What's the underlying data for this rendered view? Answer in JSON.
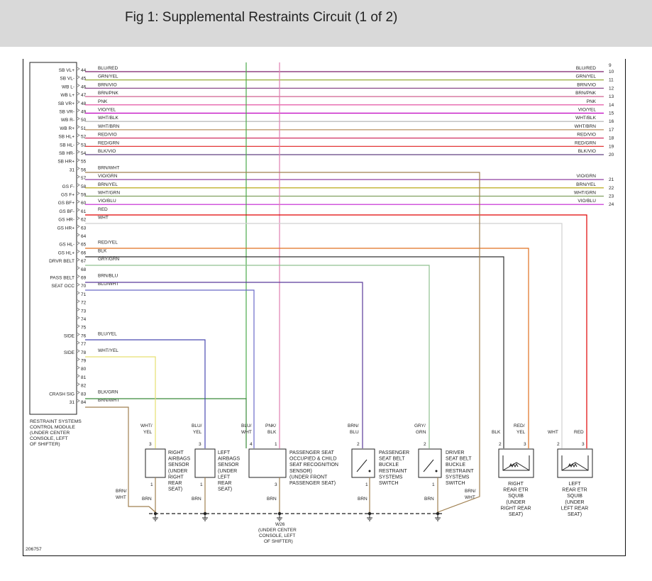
{
  "title": "Fig 1: Supplemental Restraints Circuit (1 of 2)",
  "image_id": "206757",
  "module": {
    "label_lines": [
      "RESTRAINT SYSTEMS",
      "CONTROL MODULE",
      "(UNDER CENTER",
      "CONSOLE, LEFT",
      "OF SHIFTER)"
    ]
  },
  "pins": [
    {
      "pin": "44",
      "sig": "SB VL+",
      "wire": "BLU/RED",
      "rwire": "BLU/RED",
      "rnum": "10",
      "color": "#7a1f6b"
    },
    {
      "pin": "45",
      "sig": "SB VL-",
      "wire": "GRN/YEL",
      "rwire": "GRN/YEL",
      "rnum": "11",
      "color": "#88a020"
    },
    {
      "pin": "46",
      "sig": "WB L-",
      "wire": "BRN/VIO",
      "rwire": "BRN/VIO",
      "rnum": "12",
      "color": "#8a4a8a"
    },
    {
      "pin": "47",
      "sig": "WB L+",
      "wire": "BRN/PNK",
      "rwire": "BRN/PNK",
      "rnum": "13",
      "color": "#d06090"
    },
    {
      "pin": "48",
      "sig": "SB VR+",
      "wire": "PNK",
      "rwire": "PNK",
      "rnum": "14",
      "color": "#e0409a"
    },
    {
      "pin": "49",
      "sig": "SB VR-",
      "wire": "VIO/YEL",
      "rwire": "VIO/YEL",
      "rnum": "15",
      "color": "#c000c0"
    },
    {
      "pin": "50",
      "sig": "WB R-",
      "wire": "WHT/BLK",
      "rwire": "WHT/BLK",
      "rnum": "16",
      "color": "#b0b0b0"
    },
    {
      "pin": "51",
      "sig": "WB R+",
      "wire": "WHT/BRN",
      "rwire": "WHT/BRN",
      "rnum": "17",
      "color": "#b89060"
    },
    {
      "pin": "52",
      "sig": "SB HL+",
      "wire": "RED/VIO",
      "rwire": "RED/VIO",
      "rnum": "18",
      "color": "#d03060"
    },
    {
      "pin": "53",
      "sig": "SB HL-",
      "wire": "RED/GRN",
      "rwire": "RED/GRN",
      "rnum": "19",
      "color": "#e02020"
    },
    {
      "pin": "54",
      "sig": "SB HR-",
      "wire": "BLK/VIO",
      "rwire": "BLK/VIO",
      "rnum": "20",
      "color": "#604080"
    },
    {
      "pin": "55",
      "sig": "SB HR+",
      "wire": "",
      "rwire": "",
      "rnum": "",
      "color": ""
    },
    {
      "pin": "56",
      "sig": "31",
      "wire": "BRN/WHT",
      "rwire": "",
      "rnum": "",
      "color": "#a08050"
    },
    {
      "pin": "57",
      "sig": "",
      "wire": "VIO/GRN",
      "rwire": "VIO/GRN",
      "rnum": "21",
      "color": "#9040a0"
    },
    {
      "pin": "58",
      "sig": "GS F-",
      "wire": "BRN/YEL",
      "rwire": "BRN/YEL",
      "rnum": "22",
      "color": "#b0a000"
    },
    {
      "pin": "59",
      "sig": "GS F+",
      "wire": "WHT/GRN",
      "rwire": "WHT/GRN",
      "rnum": "23",
      "color": "#80a060"
    },
    {
      "pin": "60",
      "sig": "GS BF+",
      "wire": "VIO/BLU",
      "rwire": "VIO/BLU",
      "rnum": "24",
      "color": "#c020d0"
    },
    {
      "pin": "61",
      "sig": "GS BF-",
      "wire": "RED",
      "rwire": "",
      "rnum": "",
      "color": "#e00000"
    },
    {
      "pin": "62",
      "sig": "GS HR-",
      "wire": "WHT",
      "rwire": "",
      "rnum": "",
      "color": "#c8c8c8"
    },
    {
      "pin": "63",
      "sig": "GS HR+",
      "wire": "",
      "rwire": "",
      "rnum": "",
      "color": ""
    },
    {
      "pin": "64",
      "sig": "",
      "wire": "",
      "rwire": "",
      "rnum": "",
      "color": ""
    },
    {
      "pin": "65",
      "sig": "GS HL-",
      "wire": "RED/YEL",
      "rwire": "",
      "rnum": "",
      "color": "#e07020"
    },
    {
      "pin": "66",
      "sig": "GS HL+",
      "wire": "BLK",
      "rwire": "",
      "rnum": "",
      "color": "#333333"
    },
    {
      "pin": "67",
      "sig": "DRVR BELT",
      "wire": "GRY/GRN",
      "rwire": "",
      "rnum": "",
      "color": "#80b080"
    },
    {
      "pin": "68",
      "sig": "",
      "wire": "",
      "rwire": "",
      "rnum": "",
      "color": ""
    },
    {
      "pin": "69",
      "sig": "PASS BELT",
      "wire": "BRN/BLU",
      "rwire": "",
      "rnum": "",
      "color": "#5a3a9a"
    },
    {
      "pin": "70",
      "sig": "SEAT OCC",
      "wire": "BLU/WHT",
      "rwire": "",
      "rnum": "",
      "color": "#6060c0"
    },
    {
      "pin": "71",
      "sig": "",
      "wire": "",
      "rwire": "",
      "rnum": "",
      "color": ""
    },
    {
      "pin": "72",
      "sig": "",
      "wire": "",
      "rwire": "",
      "rnum": "",
      "color": ""
    },
    {
      "pin": "73",
      "sig": "",
      "wire": "",
      "rwire": "",
      "rnum": "",
      "color": ""
    },
    {
      "pin": "74",
      "sig": "",
      "wire": "",
      "rwire": "",
      "rnum": "",
      "color": ""
    },
    {
      "pin": "75",
      "sig": "",
      "wire": "",
      "rwire": "",
      "rnum": "",
      "color": ""
    },
    {
      "pin": "76",
      "sig": "SIDE",
      "wire": "BLU/YEL",
      "rwire": "",
      "rnum": "",
      "color": "#4040b0"
    },
    {
      "pin": "77",
      "sig": "",
      "wire": "",
      "rwire": "",
      "rnum": "",
      "color": ""
    },
    {
      "pin": "78",
      "sig": "SIDE",
      "wire": "WHT/YEL",
      "rwire": "",
      "rnum": "",
      "color": "#e0e060"
    },
    {
      "pin": "79",
      "sig": "",
      "wire": "",
      "rwire": "",
      "rnum": "",
      "color": ""
    },
    {
      "pin": "80",
      "sig": "",
      "wire": "",
      "rwire": "",
      "rnum": "",
      "color": ""
    },
    {
      "pin": "81",
      "sig": "",
      "wire": "",
      "rwire": "",
      "rnum": "",
      "color": ""
    },
    {
      "pin": "82",
      "sig": "",
      "wire": "",
      "rwire": "",
      "rnum": "",
      "color": ""
    },
    {
      "pin": "83",
      "sig": "CRASH SIG",
      "wire": "BLK/GRN",
      "rwire": "",
      "rnum": "",
      "color": "#3a7a3a"
    },
    {
      "pin": "84",
      "sig": "31",
      "wire": "BRN/WHT",
      "rwire": "",
      "rnum": "",
      "color": "#a08050"
    }
  ],
  "top_right_num": "9",
  "components": [
    {
      "id": "right-airbags-sensor",
      "wires": [
        "WHT/",
        "YEL"
      ],
      "pins": [
        "3",
        "1"
      ],
      "desc": [
        "RIGHT",
        "AIRBAGS",
        "SENSOR",
        "(UNDER",
        "RIGHT",
        "REAR",
        "SEAT)"
      ],
      "gnd": "BRN"
    },
    {
      "id": "left-airbags-sensor",
      "wires": [
        "BLU/",
        "YEL"
      ],
      "pins": [
        "3",
        "1"
      ],
      "desc": [
        "LEFT",
        "AIRBAGS",
        "SENSOR",
        "(UNDER",
        "LEFT",
        "REAR",
        "SEAT)"
      ],
      "gnd": "BRN"
    },
    {
      "id": "passenger-seat-occupied-sensor",
      "wires": [
        "BLU/",
        "WHT"
      ],
      "wires2": [
        "PNK/",
        "BLK"
      ],
      "pins": [
        "4",
        "1",
        "3"
      ],
      "desc": [
        "PASSENGER SEAT",
        "OCCUPIED & CHILD",
        "SEAT RECOGNITION",
        "SENSOR)",
        "(UNDER FRONT",
        "PASSENGER SEAT)"
      ],
      "gnd": "BRN"
    },
    {
      "id": "passenger-seat-belt-switch",
      "wires": [
        "BRN/",
        "BLU"
      ],
      "pins": [
        "2",
        "1"
      ],
      "desc": [
        "PASSENGER",
        "SEAT BELT",
        "BUCKLE",
        "RESTRAINT",
        "SYSTEMS",
        "SWITCH"
      ],
      "gnd": "BRN"
    },
    {
      "id": "driver-seat-belt-switch",
      "wires": [
        "GRY/",
        "GRN"
      ],
      "pins": [
        "2",
        "1"
      ],
      "desc": [
        "DRIVER",
        "SEAT BELT",
        "BUCKLE",
        "RESTRAINT",
        "SYSTEMS",
        "SWITCH"
      ],
      "gnd": "BRN"
    },
    {
      "id": "right-rear-etr-squib",
      "wires": [
        "BLK"
      ],
      "wires2": [
        "RED/",
        "YEL"
      ],
      "pins": [
        "2",
        "3"
      ],
      "desc": [
        "RIGHT",
        "REAR ETR",
        "SQUIB",
        "(UNDER",
        "RIGHT REAR",
        "SEAT)"
      ]
    },
    {
      "id": "left-rear-etr-squib",
      "wires": [
        "WHT"
      ],
      "wires2": [
        "RED"
      ],
      "pins": [
        "2",
        "3"
      ],
      "desc": [
        "LEFT",
        "REAR ETR",
        "SQUIB",
        "(UNDER",
        "LEFT REAR",
        "SEAT)"
      ]
    }
  ],
  "brn_wht_left": [
    "BRN/",
    "WHT"
  ],
  "brn_wht_right": [
    "BRN/",
    "WHT"
  ],
  "ground": {
    "id": "W26",
    "desc": [
      "W26",
      "(UNDER CENTER",
      "CONSOLE, LEFT",
      "OF SHIFTER)"
    ]
  }
}
